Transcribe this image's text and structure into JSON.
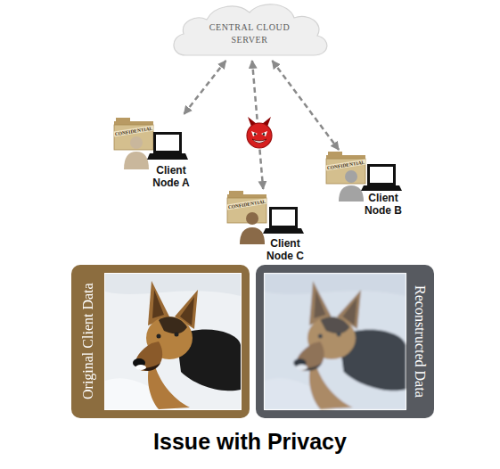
{
  "diagram": {
    "caption": "Issue with Privacy",
    "nodes": [
      {
        "text": [
          "CENTRAL CLOUD SERVER"
        ]
      },
      {
        "text": [
          "Client Node A"
        ]
      },
      {
        "text": [
          "Client Node B"
        ]
      },
      {
        "text": [
          "Client Node C"
        ]
      },
      {
        "text": [
          "Original Client Data"
        ]
      },
      {
        "text": [
          "Reconstructed Data"
        ]
      }
    ],
    "edges": [
      {
        "from": 0,
        "to": 1,
        "arrow": "both"
      },
      {
        "from": 0,
        "to": 3,
        "arrow": "both"
      },
      {
        "from": 0,
        "to": 2,
        "arrow": "both"
      }
    ],
    "labels": [
      "CONFIDENTIAL",
      "CONFIDENTIAL",
      "CONFIDENTIAL"
    ]
  }
}
